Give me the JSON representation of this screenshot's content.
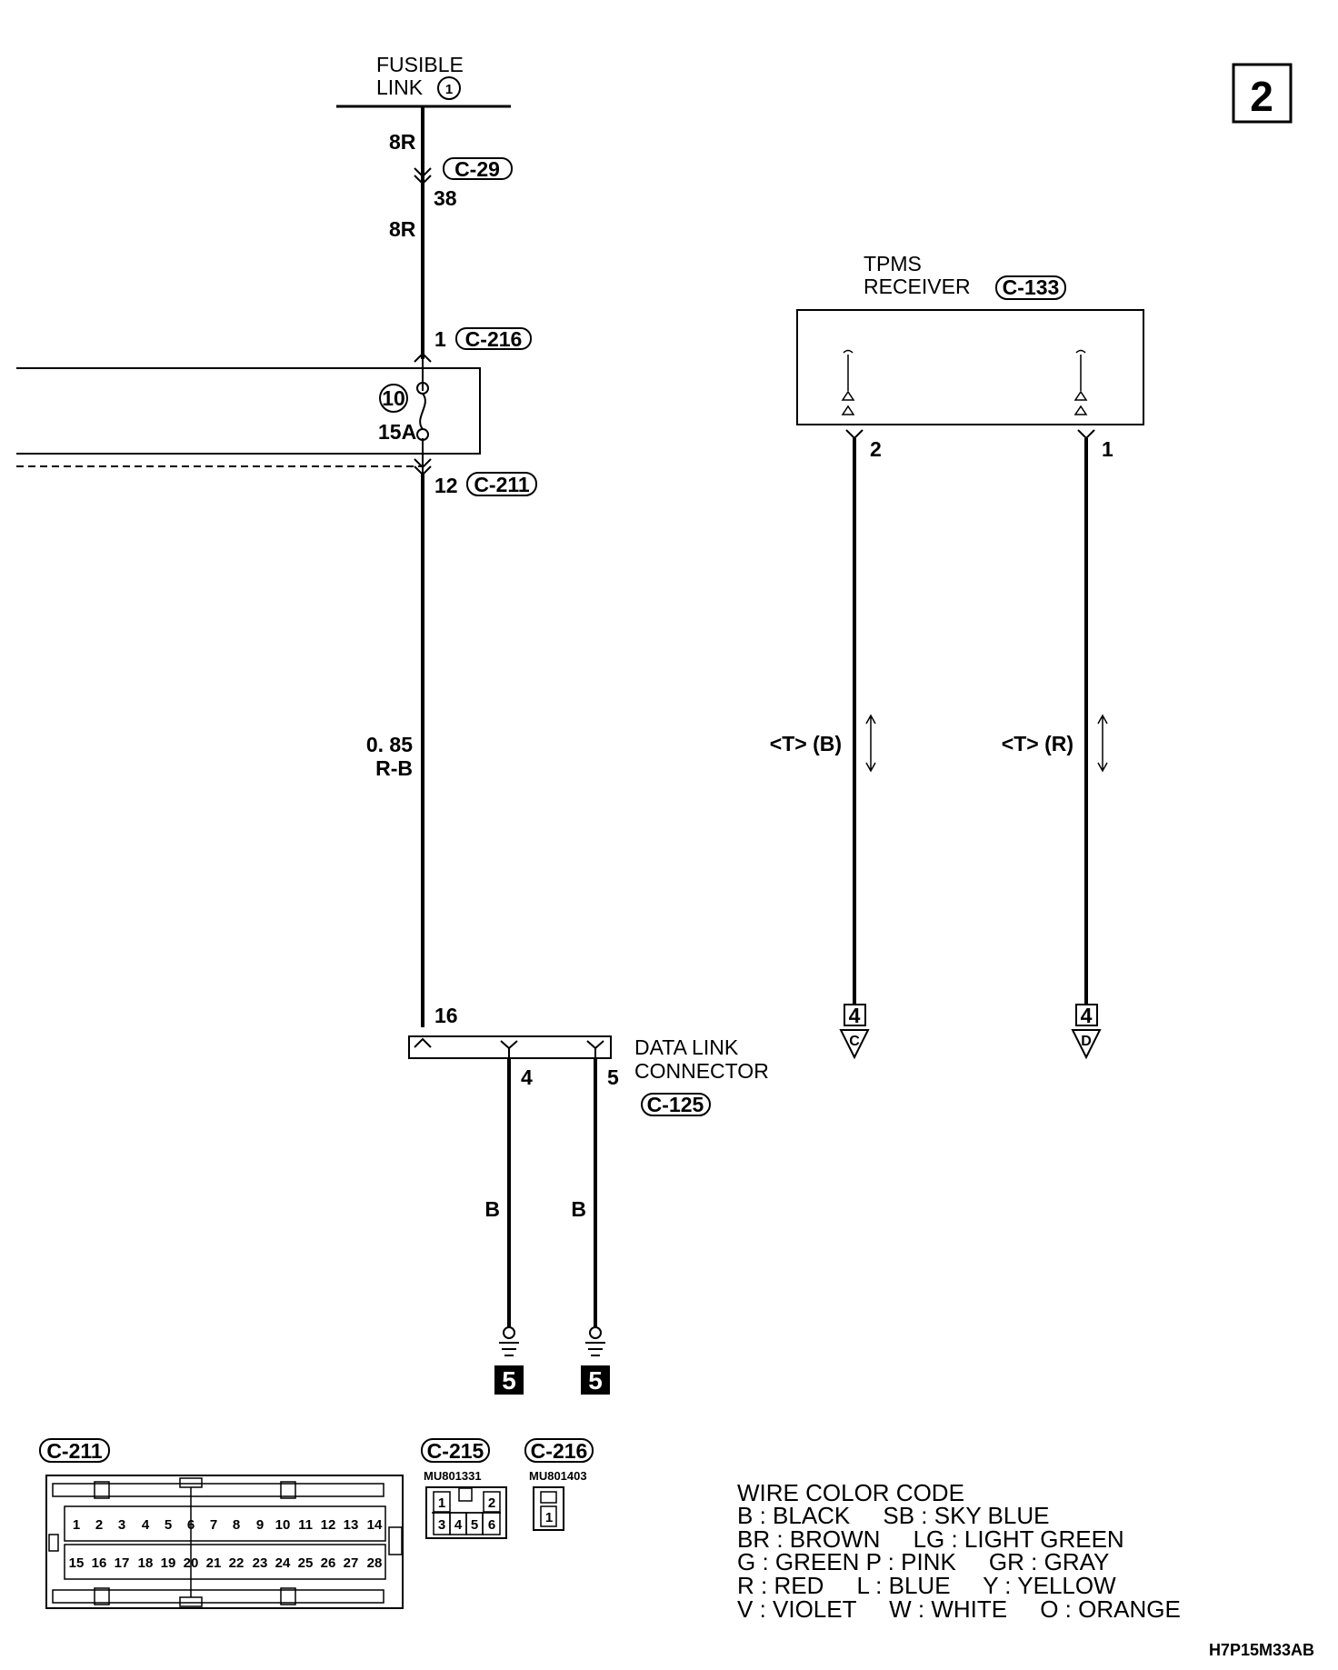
{
  "page_number": "2",
  "fusible_link": {
    "line1": "FUSIBLE",
    "line2": "LINK",
    "number": "1"
  },
  "wire_top": {
    "code": "8R"
  },
  "conn_c29": {
    "name": "C-29",
    "pin": "38"
  },
  "wire_mid": {
    "code": "8R"
  },
  "conn_c216_top": {
    "pin": "1",
    "name": "C-216"
  },
  "fuse": {
    "number": "10",
    "rating": "15A"
  },
  "conn_c211_top": {
    "pin": "12",
    "name": "C-211"
  },
  "wire_main": {
    "size": "0. 85",
    "color": "R-B"
  },
  "dlc": {
    "pin_in": "16",
    "line1": "DATA LINK",
    "line2": "CONNECTOR",
    "name": "C-125",
    "pin_a": "4",
    "pin_b": "5",
    "wire_a": "B",
    "wire_b": "B",
    "ground_a": "5",
    "ground_b": "5"
  },
  "tpms": {
    "line1": "TPMS",
    "line2": "RECEIVER",
    "name": "C-133",
    "pin_left": "2",
    "pin_right": "1",
    "wire_left": "<T> (B)",
    "wire_right": "<T> (R)",
    "ref_left_num": "4",
    "ref_left_letter": "C",
    "ref_right_num": "4",
    "ref_right_letter": "D"
  },
  "connector_views": {
    "c211": {
      "name": "C-211",
      "row1": [
        "1",
        "2",
        "3",
        "4",
        "5",
        "6",
        "7",
        "8",
        "9",
        "10",
        "11",
        "12",
        "13",
        "14"
      ],
      "row2": [
        "15",
        "16",
        "17",
        "18",
        "19",
        "20",
        "21",
        "22",
        "23",
        "24",
        "25",
        "26",
        "27",
        "28"
      ]
    },
    "c215": {
      "name": "C-215",
      "part": "MU801331",
      "row1": [
        "1",
        "",
        "2"
      ],
      "row2": [
        "3",
        "4",
        "5",
        "6"
      ]
    },
    "c216": {
      "name": "C-216",
      "part": "MU801403",
      "pin": "1"
    }
  },
  "color_code": {
    "title": "WIRE COLOR CODE",
    "lines": [
      "B : BLACK     SB : SKY BLUE",
      "BR : BROWN     LG : LIGHT GREEN",
      "G : GREEN P : PINK     GR : GRAY",
      "R : RED     L : BLUE     Y : YELLOW",
      "V : VIOLET     W : WHITE     O : ORANGE"
    ]
  },
  "figure_code": "H7P15M33AB"
}
